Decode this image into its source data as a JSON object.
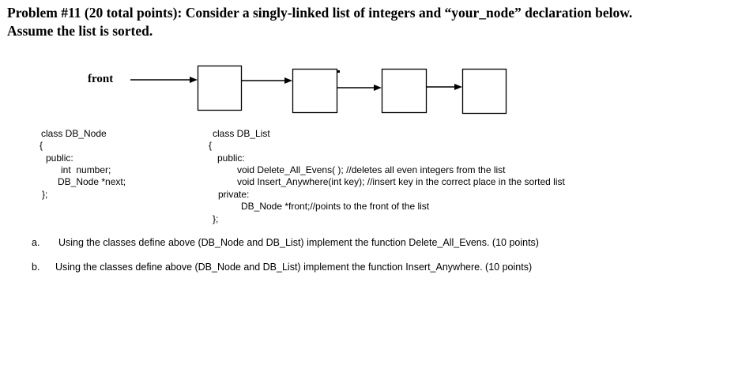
{
  "problem": {
    "line1": "Problem #11 (20 total points): Consider a singly-linked list of integers and “your_node” declaration below.",
    "line2": "Assume the list is sorted."
  },
  "diagram": {
    "front_label": "front",
    "node_count": 4
  },
  "db_node": {
    "header": "class DB_Node",
    "open_brace": "{",
    "public_label": "public:",
    "member1": "int  number;",
    "member2": "DB_Node *next;",
    "close": "};"
  },
  "db_list": {
    "header": "class DB_List",
    "open_brace": "{",
    "public_label": "public:",
    "method1": "void Delete_All_Evens( ); //deletes all even integers from the list",
    "method2": "void Insert_Anywhere(int key); //insert key in the correct place in the sorted list",
    "private_label": "private:",
    "member": "DB_Node *front;//points to the front of the list",
    "close": "};"
  },
  "questions": [
    {
      "label": "a.",
      "text": "Using the classes define above (DB_Node and DB_List) implement the function Delete_All_Evens. (10 points)"
    },
    {
      "label": "b.",
      "text": "Using the classes define above (DB_Node and DB_List) implement the function Insert_Anywhere. (10 points)"
    }
  ]
}
